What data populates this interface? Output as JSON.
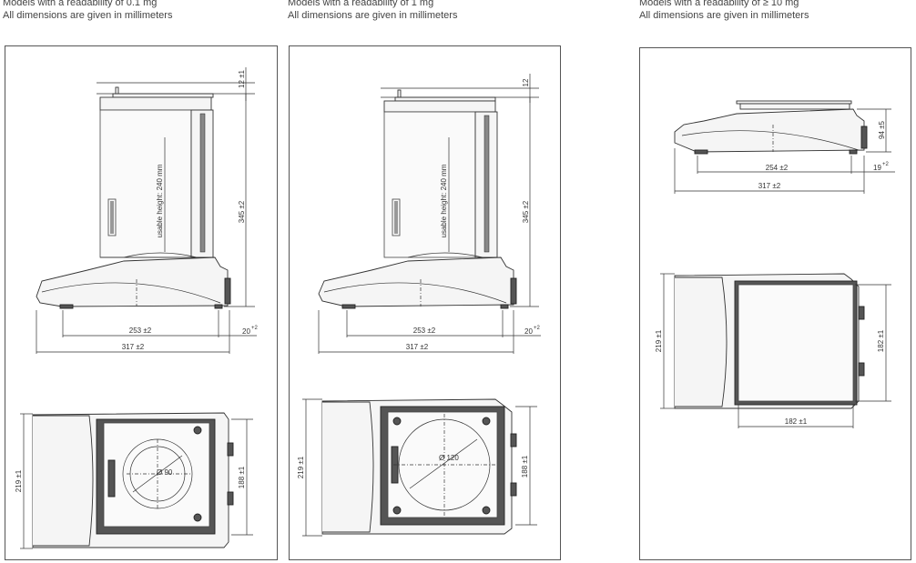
{
  "captions": [
    {
      "line1": "Models with a readability of 0.1 mg",
      "line2": "All dimensions are given in millimeters"
    },
    {
      "line1": "Models with a readability of 1 mg",
      "line2": "All dimensions are given in millimeters"
    },
    {
      "line1": "Models with a readability of ≥ 10 mg",
      "line2": "All dimensions are given in millimeters"
    }
  ],
  "panel1": {
    "top_gap": "12 ±1",
    "height": "345 ±2",
    "usable_height": "usable height: 240 mm",
    "base_depth": "253 ±2",
    "total_depth": "317 ±2",
    "overhang": "20",
    "overhang_tol": "+2",
    "width": "219 ±1",
    "inner_width": "188 ±1",
    "pan_diameter": "Ø 90"
  },
  "panel2": {
    "top_gap": "12",
    "height": "345 ±2",
    "usable_height": "usable height: 240 mm",
    "base_depth": "253 ±2",
    "total_depth": "317 ±2",
    "overhang": "20",
    "overhang_tol": "+2",
    "width": "219 ±1",
    "inner_width": "188 ±1",
    "pan_diameter": "Ø 120"
  },
  "panel3": {
    "height": "94 ±5",
    "base_depth": "254 ±2",
    "overhang": "19",
    "overhang_tol": "+2",
    "total_depth": "317 ±2",
    "width": "219 ±1",
    "inner_width": "182 ±1",
    "pan_width": "182 ±1"
  }
}
